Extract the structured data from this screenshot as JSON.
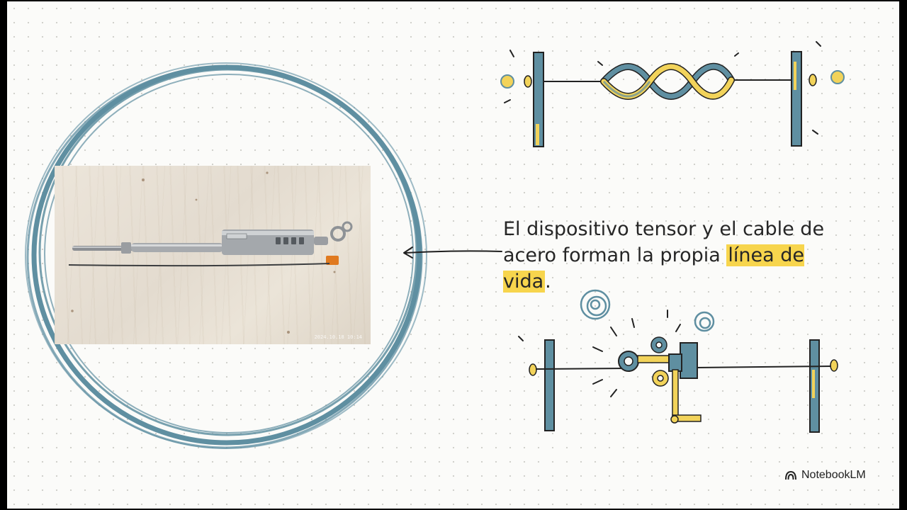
{
  "caption": {
    "text_before": "El dispositivo tensor y el cable de acero forman la propia ",
    "highlight": "línea de vida",
    "text_after": "."
  },
  "photo": {
    "timestamp": "2024.10.18 10:14"
  },
  "brand": {
    "name": "NotebookLM",
    "icon": "notebooklm-logo-icon"
  },
  "colors": {
    "teal": "#5f8fa1",
    "yellow": "#f2d35a",
    "highlight": "#f7d54d",
    "text": "#262626"
  }
}
